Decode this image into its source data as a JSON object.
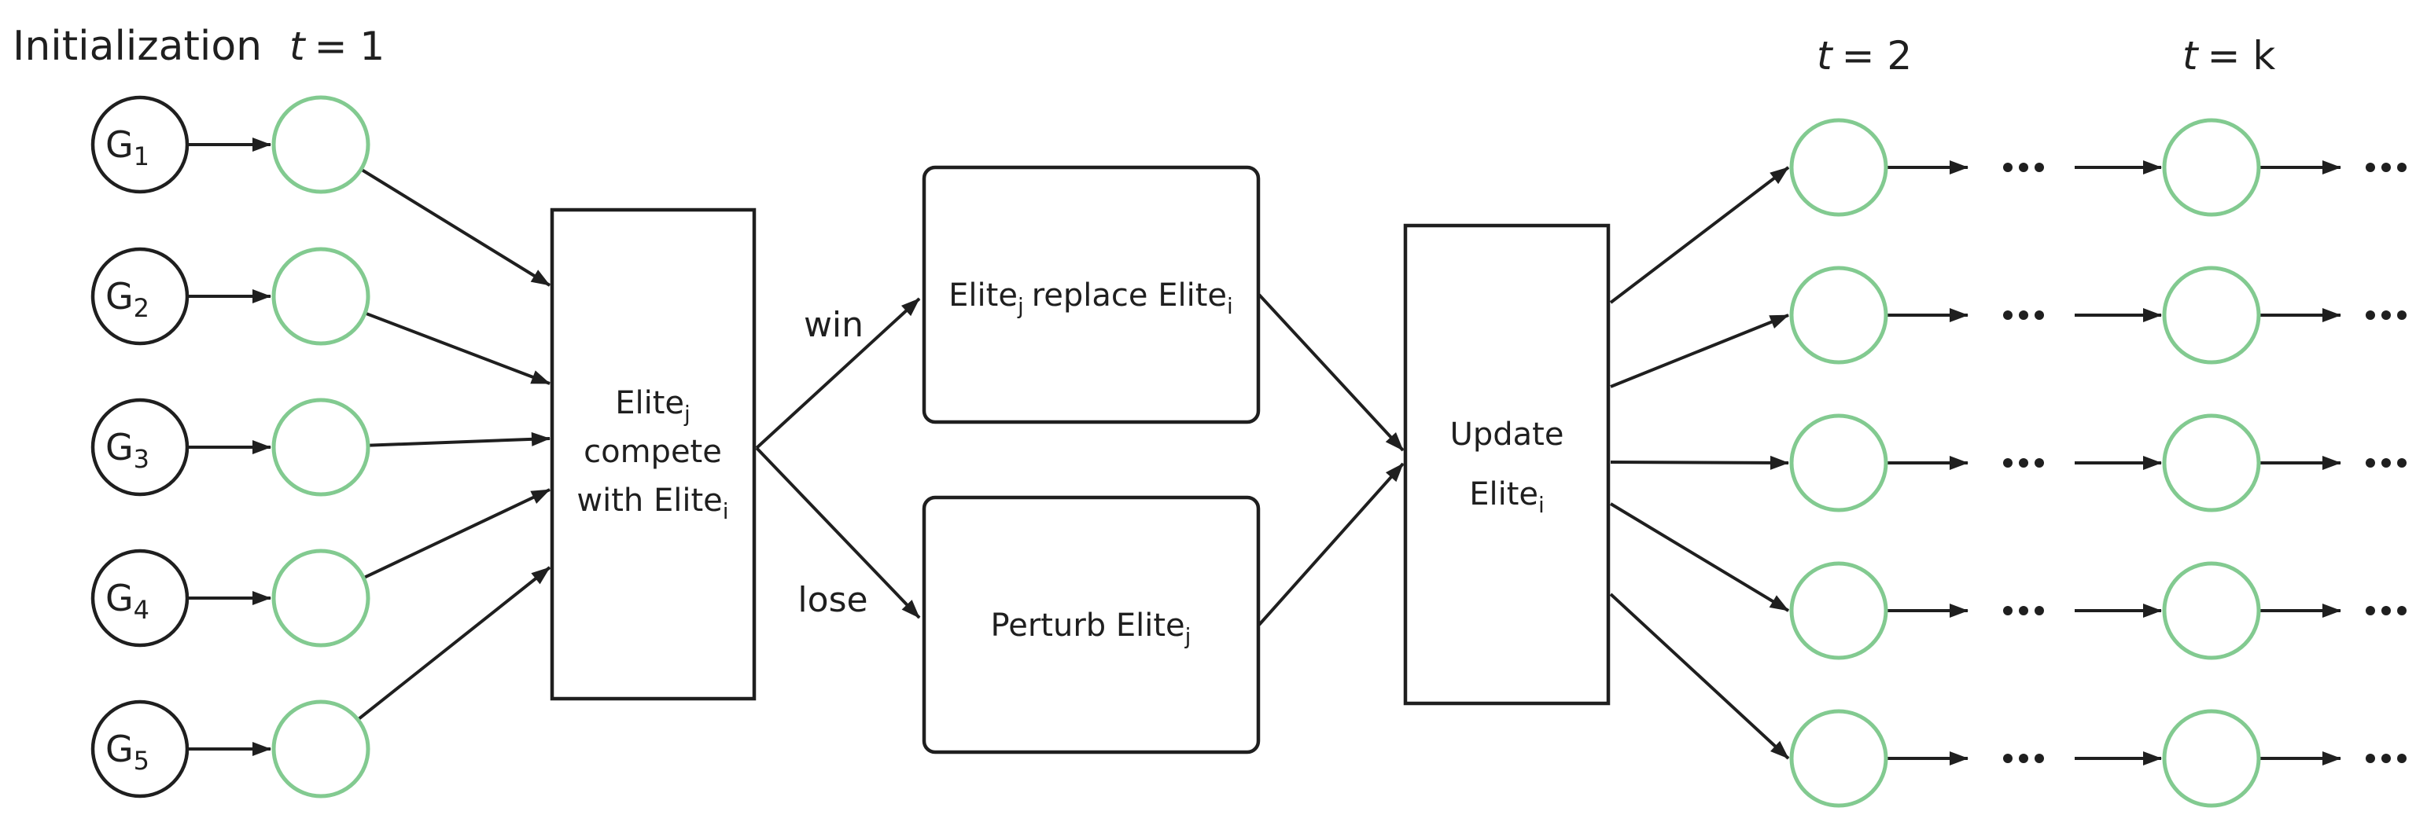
{
  "colors": {
    "ink": "#1f1f1f",
    "node_green": "#82ca90"
  },
  "header": {
    "title": "Initialization",
    "t_var": "t",
    "t_eq": "= 1"
  },
  "timesteps": {
    "t2_var": "t",
    "t2_eq": "= 2",
    "tk_var": "t",
    "tk_eq": "= k"
  },
  "g_nodes": [
    {
      "base": "G",
      "sub": "1"
    },
    {
      "base": "G",
      "sub": "2"
    },
    {
      "base": "G",
      "sub": "3"
    },
    {
      "base": "G",
      "sub": "4"
    },
    {
      "base": "G",
      "sub": "5"
    }
  ],
  "compete_box": {
    "line1_base": "Elite",
    "line1_sub": "j",
    "line2": "compete",
    "line3_base": "with Elite",
    "line3_sub": "i"
  },
  "branch_labels": {
    "win": "win",
    "lose": "lose"
  },
  "replace_box": {
    "seg1": "Elite",
    "sub1": "j",
    "seg2": "replace Elite",
    "sub2": "i"
  },
  "perturb_box": {
    "seg1": "Perturb Elite",
    "sub1": "j"
  },
  "update_box": {
    "line1": "Update",
    "line2_base": "Elite",
    "line2_sub": "i"
  },
  "ellipsis": "..."
}
